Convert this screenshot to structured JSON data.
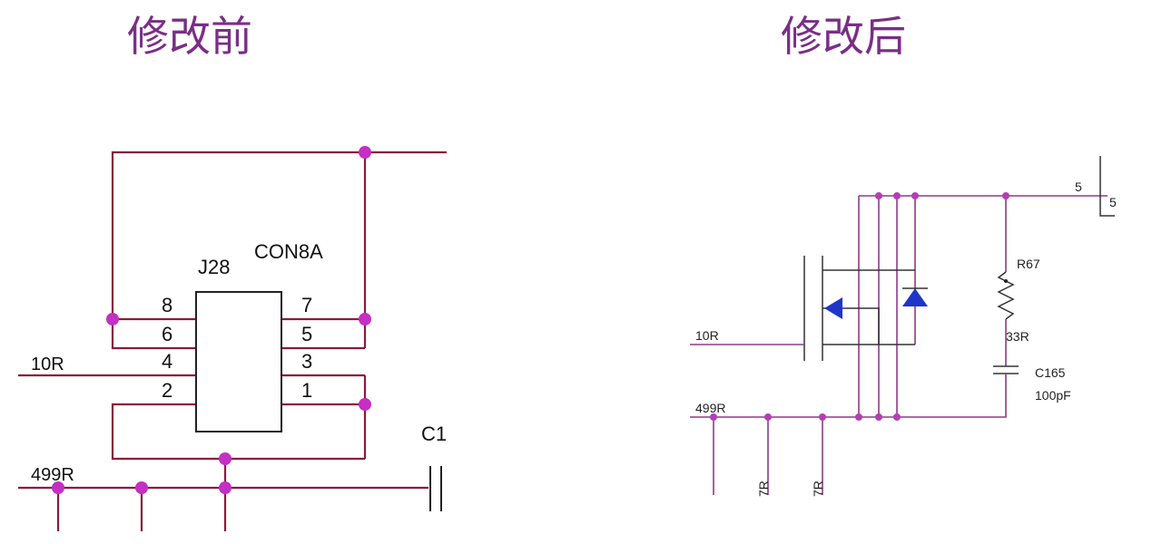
{
  "titles": {
    "before": "修改前",
    "after": "修改后"
  },
  "before": {
    "ref": "J28",
    "part": "CON8A",
    "pins_left": [
      "8",
      "6",
      "4",
      "2"
    ],
    "pins_right": [
      "7",
      "5",
      "3",
      "1"
    ],
    "net_10r": "10R",
    "net_499r": "499R",
    "cap_ref": "C1"
  },
  "after": {
    "net_10r": "10R",
    "net_499r": "499R",
    "resistor_ref": "R67",
    "resistor_value": "33R",
    "cap_ref": "C165",
    "cap_value": "100pF",
    "pin_left": "5",
    "pin_right": "5",
    "vertical_label": "7R"
  },
  "colors": {
    "title": "#7a2e86",
    "wire": "#8a1c3a",
    "junction": "#c42fc4",
    "diode": "#1f35c9"
  }
}
